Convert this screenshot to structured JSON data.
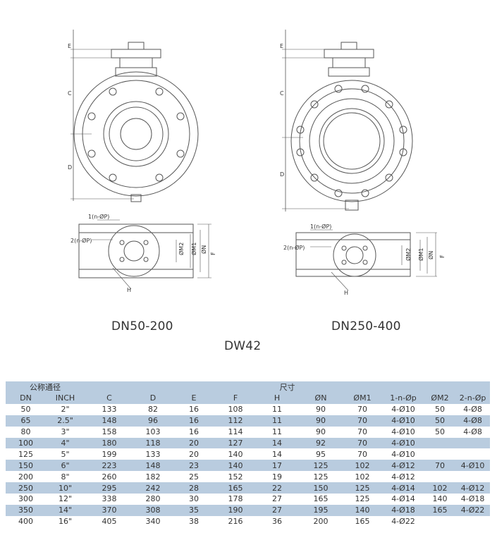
{
  "captions": {
    "left_view": "DN50-200",
    "right_view": "DN250-400",
    "model": "DW42"
  },
  "drawing_labels": {
    "e": "E",
    "c": "C",
    "d": "D",
    "h": "H",
    "f": "F",
    "n": "ØN",
    "m1": "ØM1",
    "m2": "ØM2",
    "holes1": "1(n-ØP)",
    "holes2": "2(n-ØP)"
  },
  "table": {
    "group_nominal": "公称通径",
    "group_dims": "尺寸",
    "columns": [
      "DN",
      "INCH",
      "C",
      "D",
      "E",
      "F",
      "H",
      "ØN",
      "ØM1",
      "1-n-Øp",
      "ØM2",
      "2-n-Øp"
    ],
    "rows": [
      [
        "50",
        "2\"",
        "133",
        "82",
        "16",
        "108",
        "11",
        "90",
        "70",
        "4-Ø10",
        "50",
        "4-Ø8"
      ],
      [
        "65",
        "2.5\"",
        "148",
        "96",
        "16",
        "112",
        "11",
        "90",
        "70",
        "4-Ø10",
        "50",
        "4-Ø8"
      ],
      [
        "80",
        "3\"",
        "158",
        "103",
        "16",
        "114",
        "11",
        "90",
        "70",
        "4-Ø10",
        "50",
        "4-Ø8"
      ],
      [
        "100",
        "4\"",
        "180",
        "118",
        "20",
        "127",
        "14",
        "92",
        "70",
        "4-Ø10",
        "",
        ""
      ],
      [
        "125",
        "5\"",
        "199",
        "133",
        "20",
        "140",
        "14",
        "95",
        "70",
        "4-Ø10",
        "",
        ""
      ],
      [
        "150",
        "6\"",
        "223",
        "148",
        "23",
        "140",
        "17",
        "125",
        "102",
        "4-Ø12",
        "70",
        "4-Ø10"
      ],
      [
        "200",
        "8\"",
        "260",
        "182",
        "25",
        "152",
        "19",
        "125",
        "102",
        "4-Ø12",
        "",
        ""
      ],
      [
        "250",
        "10\"",
        "295",
        "242",
        "28",
        "165",
        "22",
        "150",
        "125",
        "4-Ø14",
        "102",
        "4-Ø12"
      ],
      [
        "300",
        "12\"",
        "338",
        "280",
        "30",
        "178",
        "27",
        "165",
        "125",
        "4-Ø14",
        "140",
        "4-Ø18"
      ],
      [
        "350",
        "14\"",
        "370",
        "308",
        "35",
        "190",
        "27",
        "195",
        "140",
        "4-Ø18",
        "165",
        "4-Ø22"
      ],
      [
        "400",
        "16\"",
        "405",
        "340",
        "38",
        "216",
        "36",
        "200",
        "165",
        "4-Ø22",
        "",
        ""
      ]
    ]
  }
}
